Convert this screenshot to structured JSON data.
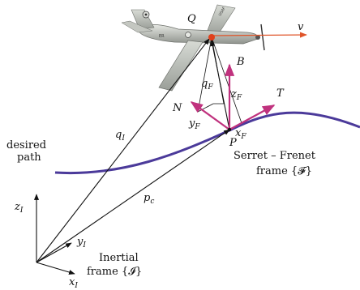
{
  "colors": {
    "path": "#4b3a9a",
    "frenet_axes": "#c0327e",
    "velocity": "#e0552a",
    "point_Q": "#e0401c",
    "ink": "#111111",
    "aircraft_body": "#b9bdb7"
  },
  "labels": {
    "Q": "Q",
    "v": "v",
    "B": "B",
    "T": "T",
    "N": "N",
    "P": "P",
    "q_F": {
      "base": "q",
      "sub": "F"
    },
    "z_F": {
      "base": "z",
      "sub": "F"
    },
    "y_F": {
      "base": "y",
      "sub": "F"
    },
    "x_F": {
      "base": "x",
      "sub": "F"
    },
    "q_I": {
      "base": "q",
      "sub": "I"
    },
    "p_c": {
      "base": "p",
      "sub": "c"
    },
    "z_I": {
      "base": "z",
      "sub": "I"
    },
    "y_I": {
      "base": "y",
      "sub": "I"
    },
    "x_I": {
      "base": "x",
      "sub": "I"
    },
    "desired_path_line1": "desired",
    "desired_path_line2": "path",
    "serret_frenet_line1": "Serret – Frenet",
    "serret_frenet_line2": "frame {𝓕}",
    "inertial_line1": "Inertial",
    "inertial_line2": "frame {𝓘}"
  },
  "aircraft": {
    "fuselage_marking": "ER",
    "wing_marking": "USAF"
  },
  "icons": [
    "aircraft-uav-icon"
  ]
}
